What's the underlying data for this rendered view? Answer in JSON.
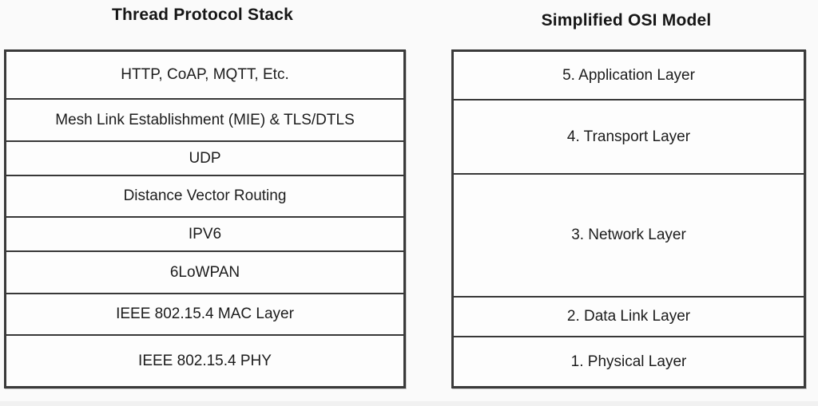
{
  "left_stack": {
    "title": "Thread Protocol Stack",
    "rows": [
      {
        "label": "HTTP, CoAP, MQTT, Etc."
      },
      {
        "label": "Mesh Link Establishment (MIE) & TLS/DTLS"
      },
      {
        "label": "UDP"
      },
      {
        "label": "Distance Vector Routing"
      },
      {
        "label": "IPV6"
      },
      {
        "label": "6LoWPAN"
      },
      {
        "label": "IEEE 802.15.4 MAC Layer"
      },
      {
        "label": "IEEE 802.15.4 PHY"
      }
    ]
  },
  "right_stack": {
    "title": "Simplified OSI Model",
    "rows": [
      {
        "label": "5. Application Layer"
      },
      {
        "label": "4. Transport Layer"
      },
      {
        "label": "3. Network Layer"
      },
      {
        "label": "2. Data Link Layer"
      },
      {
        "label": "1. Physical Layer"
      }
    ]
  },
  "colors": {
    "background": "#fafafa",
    "box_fill": "#fdfdfd",
    "border": "#3a3a3a",
    "text": "#1c1c1c"
  }
}
